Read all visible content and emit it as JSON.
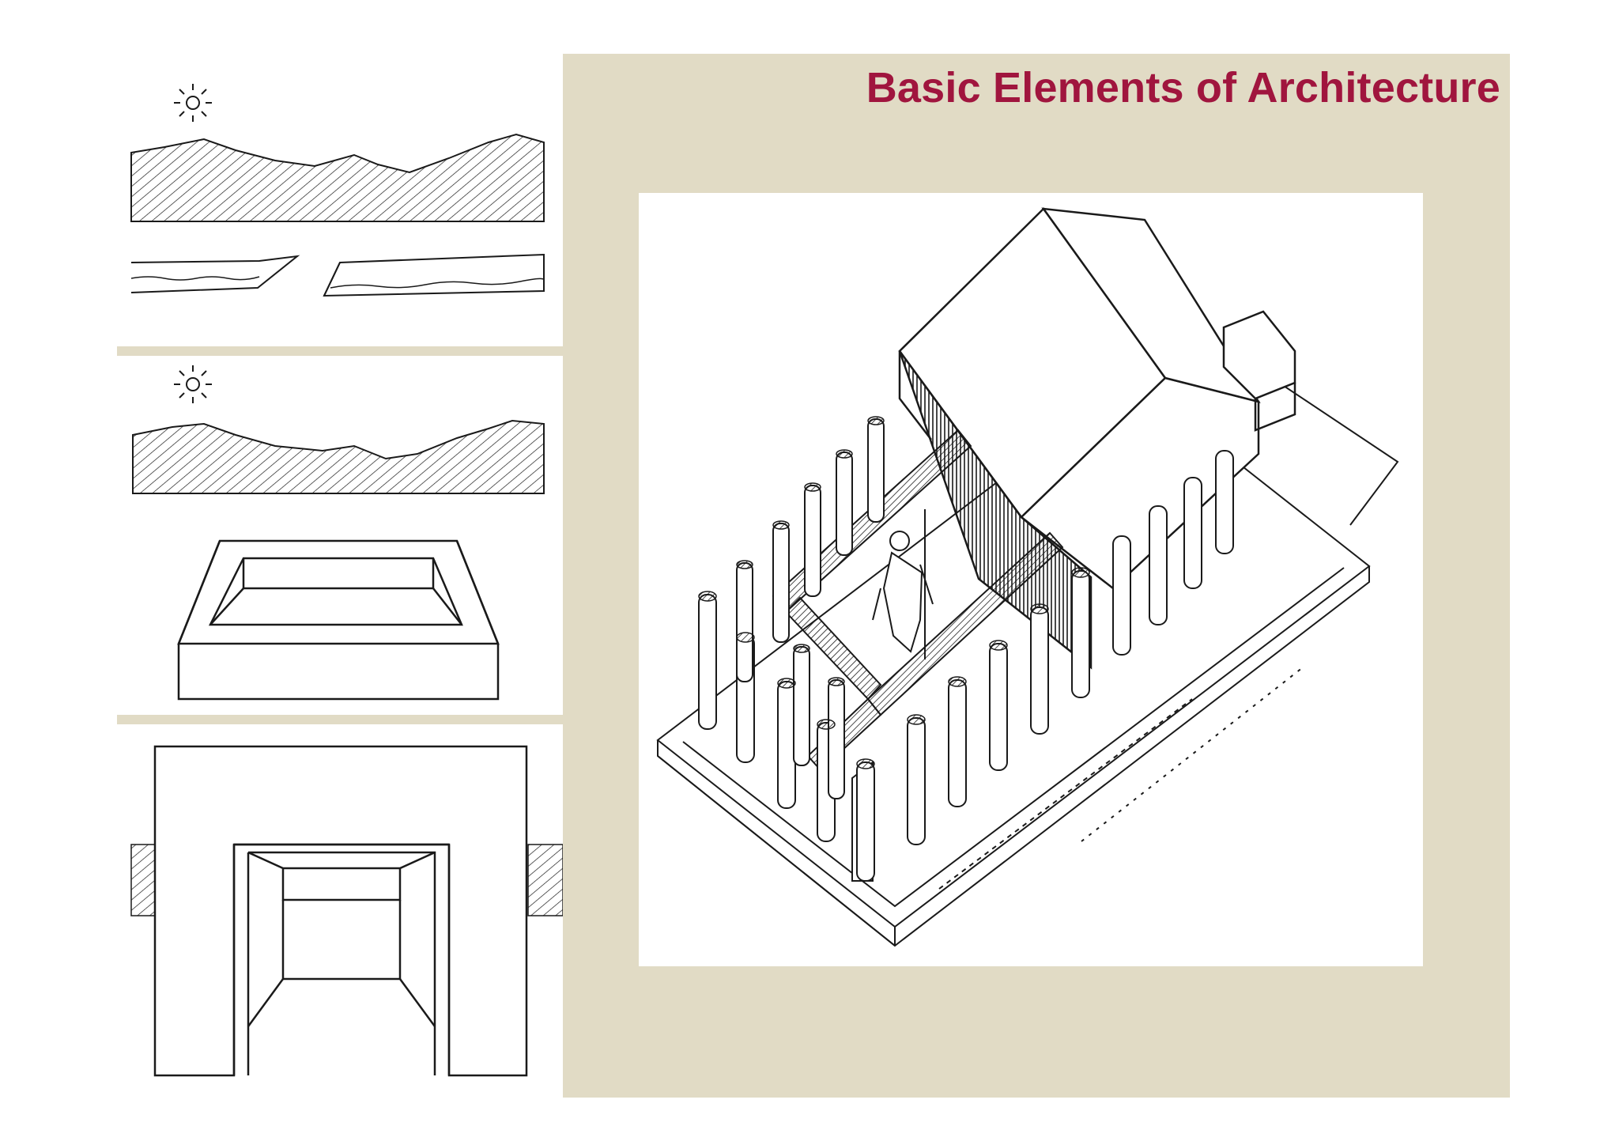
{
  "slide": {
    "title": "Basic Elements of Architecture"
  },
  "colors": {
    "title": "#a0153e",
    "background_panel": "#e1dbc5",
    "line": "#1a1a1a"
  },
  "illustrations": [
    {
      "name": "landscape-with-sunken-path",
      "icon": "sun-icon"
    },
    {
      "name": "landscape-with-raised-enclosure",
      "icon": "sun-icon"
    },
    {
      "name": "portal-gateway"
    },
    {
      "name": "greek-temple-isometric"
    }
  ]
}
